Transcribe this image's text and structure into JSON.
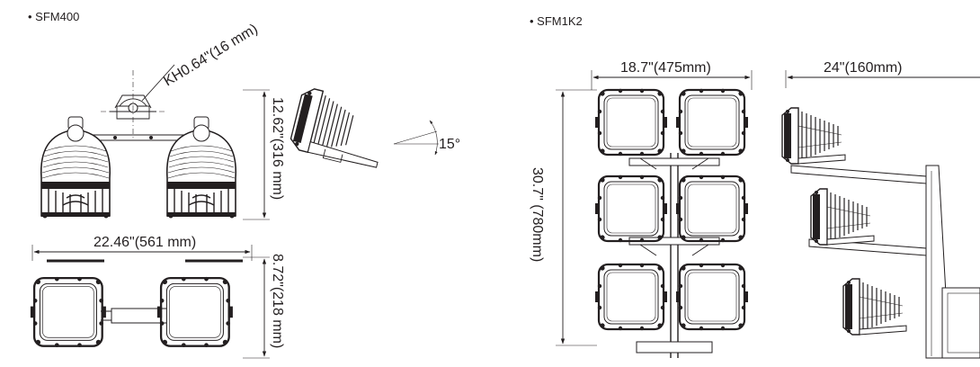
{
  "sections": {
    "sfm400": {
      "title": "• SFM400",
      "dims": {
        "keyhole": "KH0.64\"(16 mm)",
        "height": "12.62\"(316 mm)",
        "width": "22.46\"(561 mm)",
        "depth": "8.72\"(218 mm)",
        "tilt": "15°"
      }
    },
    "sfm1k2": {
      "title": "• SFM1K2",
      "dims": {
        "width": "18.7\"(475mm)",
        "height": "30.7\" (780mm)",
        "depth": "24\"(160mm)"
      }
    }
  }
}
